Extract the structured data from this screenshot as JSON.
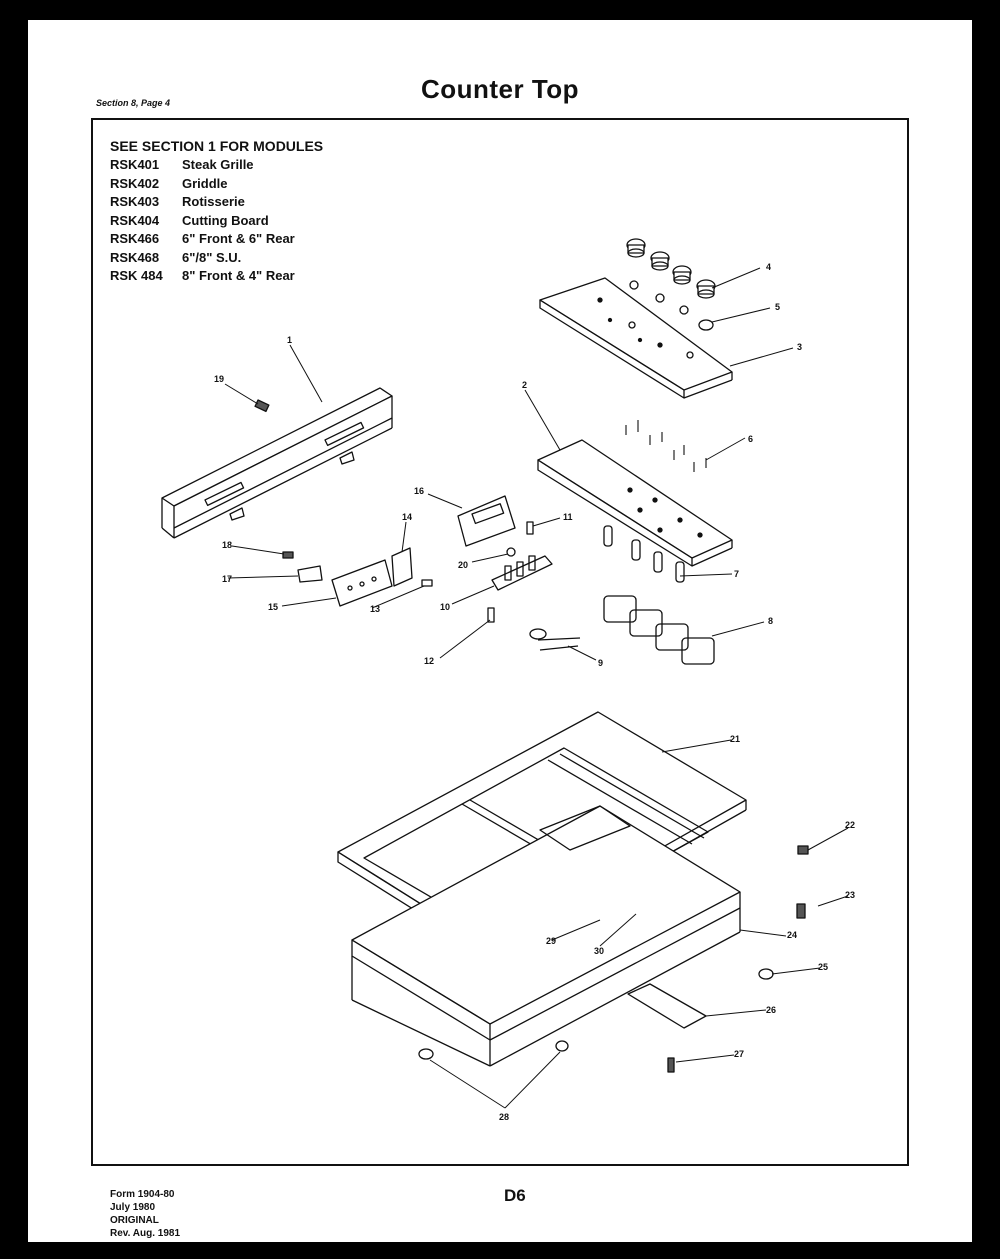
{
  "header": {
    "section_label": "Section 8, Page 4",
    "title": "Counter Top"
  },
  "modules": {
    "heading": "SEE SECTION 1 FOR MODULES",
    "items": [
      {
        "code": "RSK401",
        "desc": "Steak Grille"
      },
      {
        "code": "RSK402",
        "desc": "Griddle"
      },
      {
        "code": "RSK403",
        "desc": "Rotisserie"
      },
      {
        "code": "RSK404",
        "desc": "Cutting Board"
      },
      {
        "code": "RSK466",
        "desc": "6\" Front & 6\" Rear"
      },
      {
        "code": "RSK468",
        "desc": "6\"/8\" S.U."
      },
      {
        "code": "RSK 484",
        "desc": "8\" Front & 4\" Rear"
      }
    ]
  },
  "callouts": {
    "c1": "1",
    "c2": "2",
    "c3": "3",
    "c4": "4",
    "c5": "5",
    "c6": "6",
    "c7": "7",
    "c8": "8",
    "c9": "9",
    "c10": "10",
    "c11": "11",
    "c12": "12",
    "c13": "13",
    "c14": "14",
    "c15": "15",
    "c16": "16",
    "c17": "17",
    "c18": "18",
    "c19": "19",
    "c20": "20",
    "c21": "21",
    "c22": "22",
    "c23": "23",
    "c24": "24",
    "c25": "25",
    "c26": "26",
    "c27": "27",
    "c28": "28",
    "c29": "29",
    "c30": "30"
  },
  "footer": {
    "form": "Form 1904-80",
    "date": "July 1980",
    "status": "ORIGINAL",
    "revision": "Rev. Aug. 1981",
    "page_code": "D6"
  }
}
